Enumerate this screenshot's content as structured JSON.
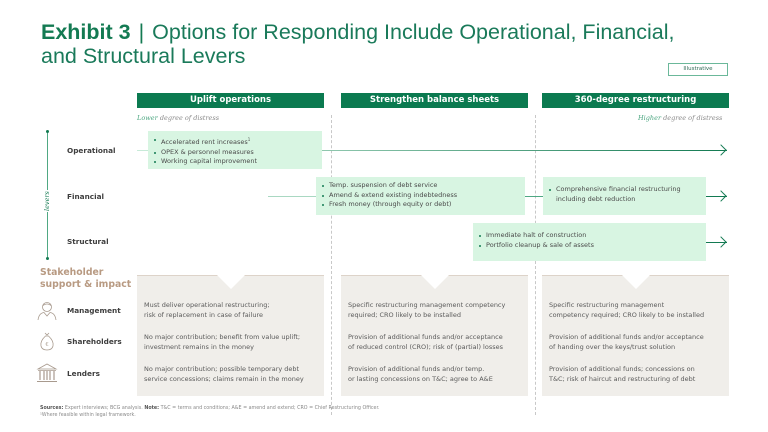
{
  "title": {
    "exhibit": "Exhibit 3",
    "separator": "|",
    "line1": "Options for Responding Include Operational, Financial,",
    "line2": "and Structural Levers"
  },
  "badge": "Illustrative",
  "columns": [
    {
      "label": "Uplift operations"
    },
    {
      "label": "Strengthen balance sheets"
    },
    {
      "label": "360-degree restructuring"
    }
  ],
  "degree": {
    "low_highlight": "Lower",
    "low_rest": " degree of distress",
    "high_highlight": "Higher",
    "high_rest": " degree of distress"
  },
  "levers": {
    "axis_label": "levers",
    "rows": [
      {
        "label": "Operational"
      },
      {
        "label": "Financial"
      },
      {
        "label": "Structural"
      }
    ]
  },
  "boxes": {
    "operational": {
      "items": [
        "Accelerated rent increases",
        "OPEX & personnel measures",
        "Working capital improvement"
      ],
      "footnote_marker": "1"
    },
    "financial_mid": {
      "items": [
        "Temp. suspension of debt service",
        "Amend & extend existing indebtedness",
        "Fresh money (through equity or debt)"
      ]
    },
    "financial_right": {
      "items": [
        "Comprehensive financial restructuring",
        "including debt reduction"
      ]
    },
    "structural": {
      "items": [
        "Immediate halt of construction",
        "Portfolio cleanup & sale of assets"
      ]
    }
  },
  "stakeholders": {
    "title_line1": "Stakeholder",
    "title_line2": "support & impact",
    "rows": [
      {
        "label": "Management",
        "icon": "person-icon",
        "cells": [
          [
            "Must deliver operational restructuring;",
            "risk of replacement in case of failure"
          ],
          [
            "Specific restructuring management competency",
            "required; CRO likely to be installed"
          ],
          [
            "Specific restructuring management",
            "competency required; CRO likely to be installed"
          ]
        ]
      },
      {
        "label": "Shareholders",
        "icon": "money-bag-icon",
        "cells": [
          [
            "No major contribution; benefit from value uplift;",
            "investment remains in the money"
          ],
          [
            "Provision of additional funds and/or acceptance",
            "of reduced control (CRO); risk of (partial) losses"
          ],
          [
            "Provision of additional funds and/or acceptance",
            "of handing over the keys/trust solution"
          ]
        ]
      },
      {
        "label": "Lenders",
        "icon": "bank-icon",
        "cells": [
          [
            "No major contribution; possible temporary debt",
            "service concessions; claims remain in the money"
          ],
          [
            "Provision of additional funds and/or temp.",
            "or lasting concessions on T&C; agree to A&E"
          ],
          [
            "Provision of additional funds; concessions on",
            "T&C; risk of haircut and restructuring of debt"
          ]
        ]
      }
    ]
  },
  "footer": {
    "sources_label": "Sources:",
    "sources_text": " Expert interviews; BCG analysis. ",
    "note_label": "Note:",
    "note_text": " T&C = terms and conditions; A&E = amend and extend; CRO = Chief Restructuring Officer.",
    "footnote": "¹Where feasible within legal framework."
  },
  "colors": {
    "brand_green": "#0b7a50",
    "light_green": "#d8f5e2",
    "panel_bg": "#f0eeea",
    "stake_title": "#b89a82"
  }
}
